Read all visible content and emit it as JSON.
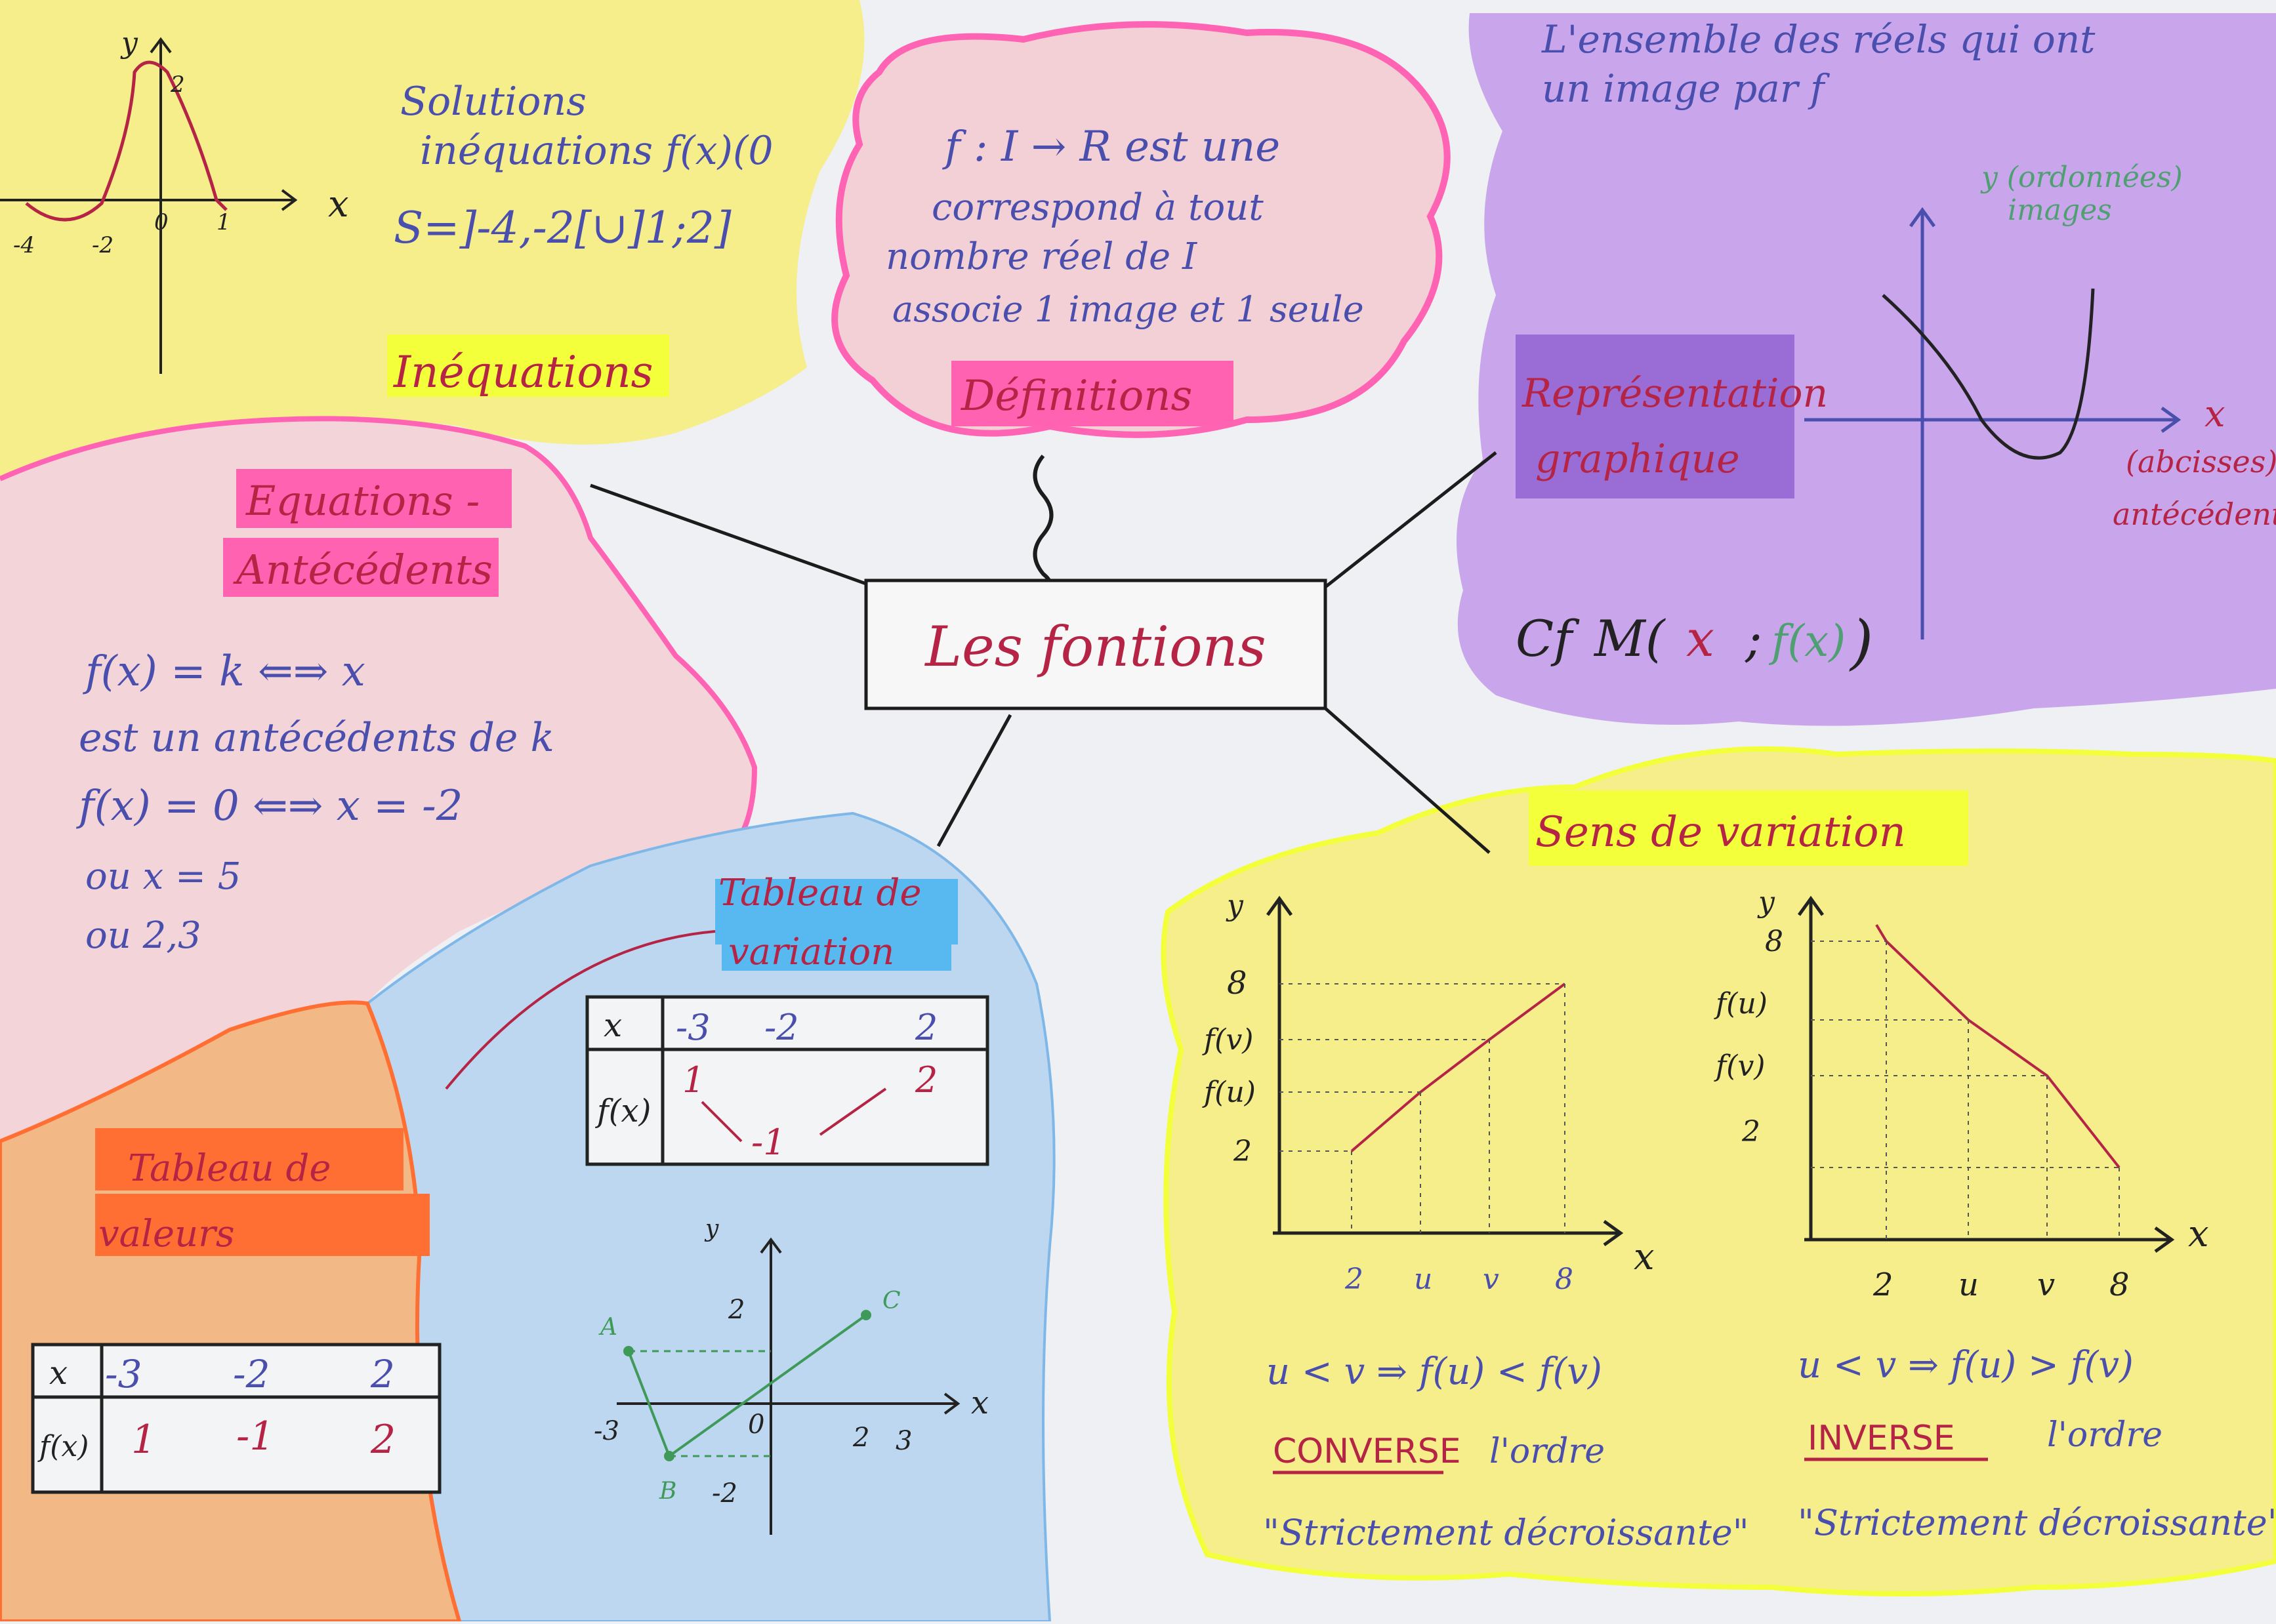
{
  "center": {
    "title": "Les fontions"
  },
  "inequations": {
    "label": "Inéquations",
    "line1": "Solutions",
    "line2": "inéquations f(x)(0",
    "solution": "S=]-4,-2[∪]1;2]",
    "axis_x": "x",
    "axis_y": "y",
    "ticks": [
      "-4",
      "-2",
      "0",
      "1",
      "2"
    ]
  },
  "definitions": {
    "label": "Définitions",
    "line1": "f : I → R est une",
    "line2": "correspond à tout",
    "line3": "nombre réel de I",
    "line4": "associe 1 image et 1 seule"
  },
  "representation": {
    "label_line1": "Représentation",
    "label_line2": "graphique",
    "top_line1": "L'ensemble des réels qui ont",
    "top_line2": "un image par f",
    "y_line1": "y (ordonnées)",
    "y_line2": "images",
    "x_axis": "x",
    "x_line1": "(abcisses)",
    "x_line2": "antécédents",
    "formula_cf": "Cf",
    "formula_m": "M(",
    "formula_x": "x",
    "formula_sep": ";",
    "formula_fx": "f(x)",
    "formula_end": ")"
  },
  "equations": {
    "label_line1": "Equations -",
    "label_line2": "Antécédents",
    "line1": "f(x) = k ⇐⇒ x",
    "line2": "est un antécédents de k",
    "line3": "f(x) = 0 ⇐⇒ x = -2",
    "line4": "ou x = 5",
    "line5": "ou 2,3"
  },
  "tableau_variation": {
    "label_line1": "Tableau de",
    "label_line2": "variation",
    "row1_head": "x",
    "row2_head": "f(x)",
    "x_values": [
      "-3",
      "-2",
      "2"
    ],
    "f_values": [
      "1",
      "-1",
      "2"
    ],
    "graph": {
      "points": [
        {
          "name": "A",
          "x": -3,
          "y": 1
        },
        {
          "name": "B",
          "x": -2,
          "y": -1
        },
        {
          "name": "C",
          "x": 2,
          "y": 2
        }
      ],
      "tick_labels": [
        "-3",
        "0",
        "2",
        "3",
        "2",
        "-2"
      ],
      "axis_x": "x",
      "axis_y": "y"
    }
  },
  "tableau_valeurs": {
    "label_line1": "Tableau de",
    "label_line2": "valeurs",
    "row1_head": "x",
    "row2_head": "f(x)",
    "x_values": [
      "-3",
      "-2",
      "2"
    ],
    "f_values": [
      "1",
      "-1",
      "2"
    ]
  },
  "sens_variation": {
    "label": "Sens de variation",
    "left": {
      "y_ticks": [
        "8",
        "f(v)",
        "f(u)",
        "2"
      ],
      "x_ticks": [
        "2",
        "u",
        "v",
        "8"
      ],
      "axis_x": "x",
      "axis_y": "y",
      "rule": "u < v ⇒ f(u) < f(v)",
      "keyword": "CONVERSE",
      "keyword_rest": "l'ordre",
      "quote": "\"Strictement décroissante\""
    },
    "right": {
      "y_ticks": [
        "8",
        "f(u)",
        "f(v)",
        "2"
      ],
      "x_ticks": [
        "2",
        "u",
        "v",
        "8"
      ],
      "axis_x": "x",
      "axis_y": "y",
      "rule": "u < v ⇒ f(u) > f(v)",
      "keyword": "INVERSE",
      "keyword_rest": "l'ordre",
      "quote": "\"Strictement décroissante\""
    }
  },
  "colors": {
    "yellow": "#f6ee8a",
    "pink_bg": "#f3d4d8",
    "pink_border": "#ff63b4",
    "purple": "#c9a6ec",
    "blue": "#bcd7ef",
    "orange": "#f2b986",
    "text_blue": "#4a4fae",
    "text_red": "#b52445",
    "highlight_yellow": "#f4ff3c",
    "highlight_pink": "#ff62b0",
    "highlight_purple": "#9a6dd6",
    "highlight_blue": "#57b9ef",
    "highlight_orange": "#ff6f33"
  }
}
